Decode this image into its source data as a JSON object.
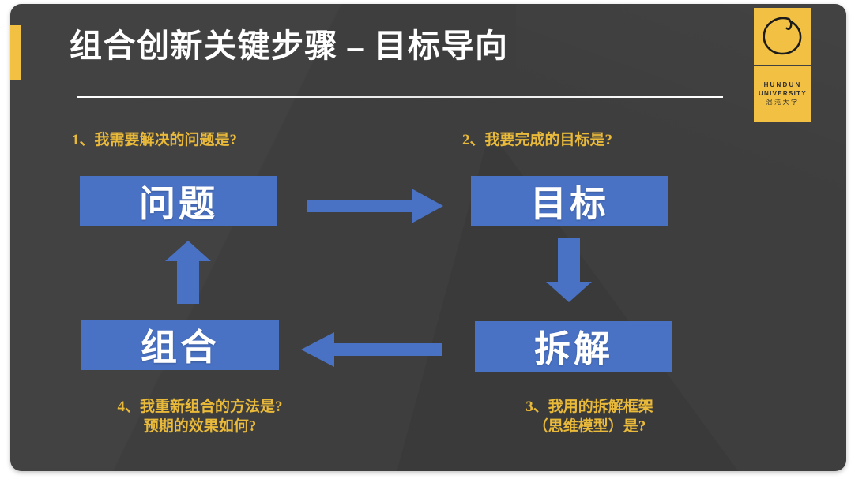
{
  "slide": {
    "title": "组合创新关键步骤 – 目标导向",
    "background_color": "#3e3e3e",
    "accent_color": "#f2c144",
    "node_color": "#4a72c4",
    "label_color": "#e9b93a"
  },
  "logo": {
    "mark": "brush-circle-mark",
    "line1": "HUNDUN",
    "line2": "UNIVERSITY",
    "line3": "混沌大学"
  },
  "labels": {
    "q1": "1、我需要解决的问题是?",
    "q2": "2、我要完成的目标是?",
    "q3": "3、我用的拆解框架\n（思维模型）是?",
    "q4": "4、我重新组合的方法是?\n预期的效果如何?"
  },
  "nodes": {
    "problem": "问题",
    "goal": "目标",
    "breakdown": "拆解",
    "combine": "组合"
  },
  "arrows": {
    "right": "arrow-right-icon",
    "down": "arrow-down-icon",
    "left": "arrow-left-icon",
    "up": "arrow-up-icon"
  }
}
